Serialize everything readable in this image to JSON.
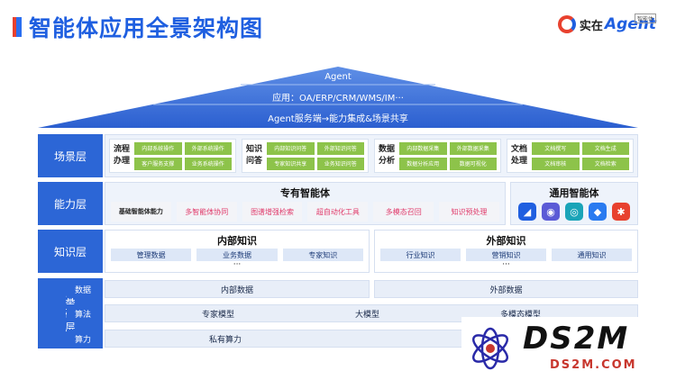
{
  "header": {
    "title": "智能体应用全景架构图"
  },
  "logo": {
    "cn": "实在",
    "en": "Agent",
    "sup": "智能体"
  },
  "roof": {
    "agent": "Agent",
    "apps": "应用：OA/ERP/CRM/WMS/IM···",
    "server": "Agent服务端→能力集成&场景共享"
  },
  "scene": {
    "label": "场景层",
    "groups": [
      {
        "name": "流程\n办理",
        "items": [
          "内部系统操作",
          "外部系统操作",
          "客户服务支撑",
          "业务系统操作"
        ]
      },
      {
        "name": "知识\n问答",
        "items": [
          "内部知识问答",
          "外部知识问答",
          "专家知识共享",
          "业务知识问答"
        ]
      },
      {
        "name": "数据\n分析",
        "items": [
          "内部数据采集",
          "外部数据采集",
          "数据分析应用",
          "数据可视化"
        ]
      },
      {
        "name": "文档\n处理",
        "items": [
          "文档撰写",
          "文档生成",
          "文档审核",
          "文档检索"
        ]
      }
    ]
  },
  "ability": {
    "label": "能力层",
    "dedicated_title": "专有智能体",
    "chips": [
      {
        "text": "基础智能体能力",
        "color": "#222222"
      },
      {
        "text": "多智能体协同",
        "color": "#e03a6a"
      },
      {
        "text": "图谱增强检索",
        "color": "#e03a6a"
      },
      {
        "text": "超自动化工具",
        "color": "#e03a6a"
      },
      {
        "text": "多模态召回",
        "color": "#e03a6a"
      },
      {
        "text": "知识预处理",
        "color": "#e03a6a"
      }
    ],
    "general_title": "通用智能体",
    "general_icons": [
      {
        "name": "kimi-icon",
        "color": "#1f5fe0",
        "glyph": "◢"
      },
      {
        "name": "ghost-icon",
        "color": "#5b5bd6",
        "glyph": "◉"
      },
      {
        "name": "spiral-icon",
        "color": "#1aa4b8",
        "glyph": "◎"
      },
      {
        "name": "cube-icon",
        "color": "#2a7bf0",
        "glyph": "◆"
      },
      {
        "name": "star-icon",
        "color": "#e8412e",
        "glyph": "✱"
      }
    ]
  },
  "knowledge": {
    "label": "知识层",
    "internal": {
      "title": "内部知识",
      "items": [
        "管理数据",
        "业务数据",
        "专家知识"
      ],
      "more": "···"
    },
    "external": {
      "title": "外部知识",
      "items": [
        "行业知识",
        "营销知识",
        "通用知识"
      ],
      "more": "···"
    }
  },
  "base": {
    "label": "基\n础\n层",
    "rows": [
      {
        "label": "数据",
        "cells": [
          "内部数据",
          "外部数据"
        ]
      },
      {
        "label": "算法",
        "cells": [
          "专家模型",
          "大模型",
          "多模态模型"
        ]
      },
      {
        "label": "算力",
        "cells": [
          "私有算力"
        ]
      }
    ]
  },
  "watermark": {
    "big": "DS2M",
    "small": "DS2M.COM"
  },
  "colors": {
    "primary": "#2c66d6",
    "green": "#8dc34a",
    "title": "#1f5fe0",
    "accent": "#e8412e"
  }
}
